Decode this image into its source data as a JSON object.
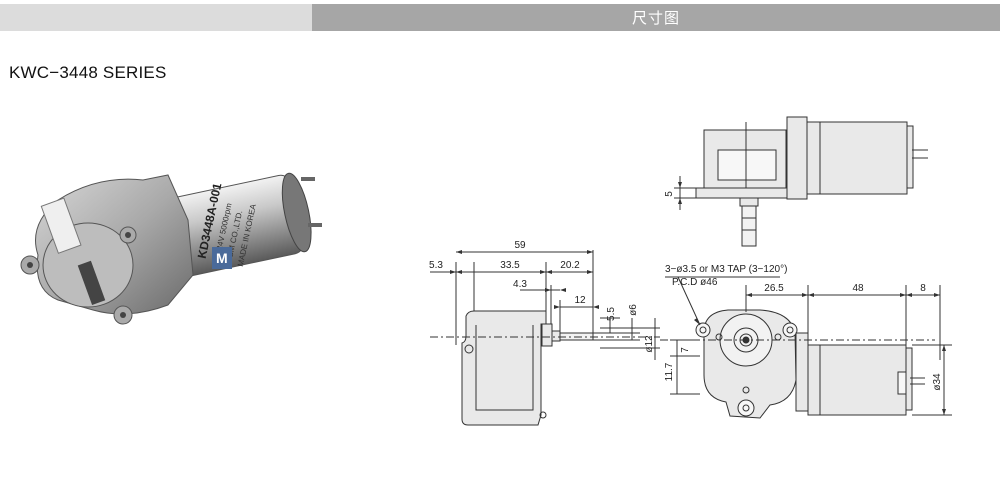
{
  "header": {
    "title": "尺寸图"
  },
  "series_title": "KWC−3448  SERIES",
  "photo_labels": {
    "label_main": "KD3448A-001",
    "label_spec": "DC24V 5000rpm",
    "label_maker": "GGM CO.,LTD.",
    "label_made": "MADE IN KOREA",
    "label_brand": "M"
  },
  "dimensions": {
    "d59": "59",
    "d53": "5.3",
    "d335": "33.5",
    "d202": "20.2",
    "d43": "4.3",
    "d12": "12",
    "d55": "5.5",
    "phi6": "ø6",
    "phi12": "ø12",
    "d7": "7",
    "d117": "11.7",
    "d5": "5",
    "tap_note": "3−ø3.5 or M3 TAP (3−120°)",
    "pcd_note": "P.C.D ø46",
    "d265": "26.5",
    "d48": "48",
    "d8": "8",
    "phi34": "ø34"
  }
}
